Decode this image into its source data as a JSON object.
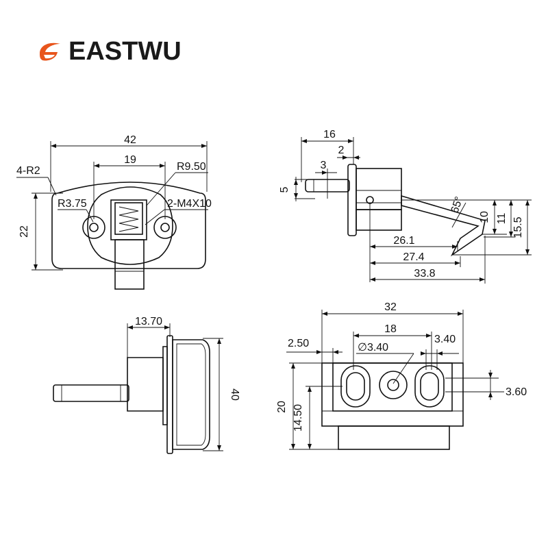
{
  "brand": {
    "name": "EASTWU",
    "color": "#E8551C",
    "icon": "flame-logo-icon"
  },
  "front_view": {
    "width": "42",
    "hole_spacing": "19",
    "corner_radius": "4-R2",
    "height": "22",
    "hole_radius": "R3.75",
    "knob_radius": "R9.50",
    "screw_spec": "2-M4X10"
  },
  "side_view": {
    "shaft_total": "16",
    "flange": "2",
    "shaft_tip": "3",
    "shaft_dia": "5",
    "angle": "65°",
    "tongue_h1": "10",
    "tongue_h2": "11",
    "tongue_h3": "15.5",
    "reach1": "26.1",
    "reach2": "27.4",
    "reach3": "33.8"
  },
  "top_view": {
    "depth": "13.70",
    "width": "40"
  },
  "bottom_view": {
    "width": "32",
    "slot_spacing": "18",
    "edge_offset": "2.50",
    "center_hole": "∅3.40",
    "slot_width": "3.40",
    "slot_height": "3.60",
    "height": "20",
    "hole_height": "14.50"
  }
}
